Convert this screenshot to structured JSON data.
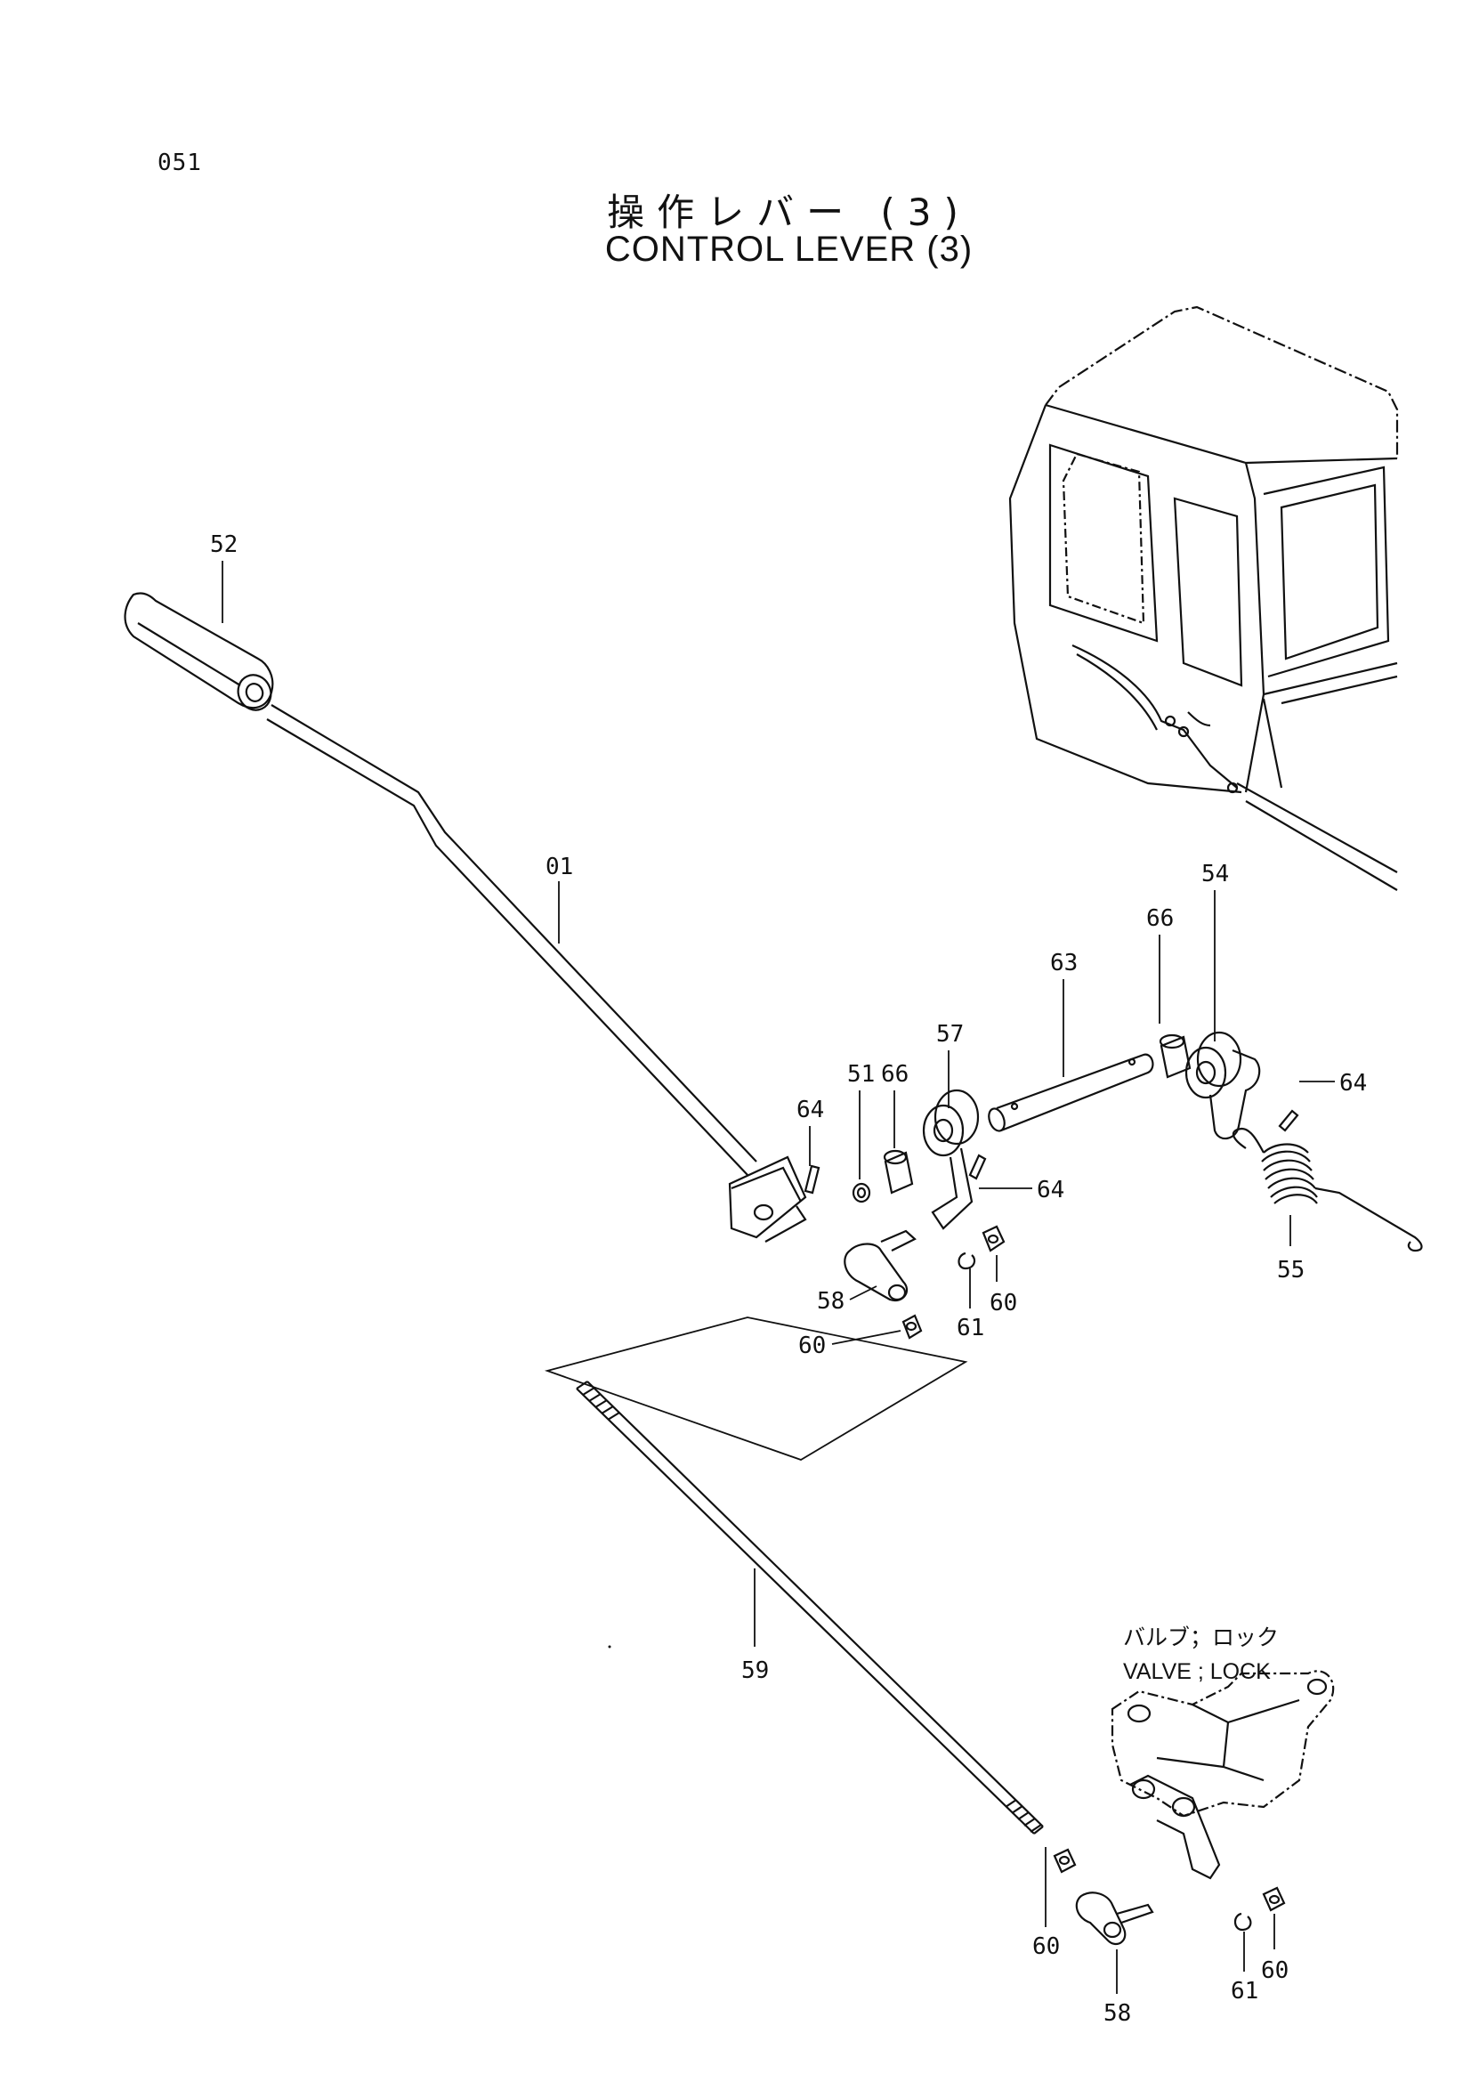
{
  "page_number": "051",
  "title_jp": "操作レバー (3)",
  "title_en": "CONTROL LEVER (3)",
  "sub_label_jp": "バルブ；ロック",
  "sub_label_en": "VALVE ; LOCK",
  "callouts": {
    "c01": "01",
    "c52": "52",
    "c54": "54",
    "c55": "55",
    "c57": "57",
    "c63": "63",
    "c66a": "66",
    "c66b": "66",
    "c51": "51",
    "c64a": "64",
    "c64b": "64",
    "c64c": "64",
    "c58a": "58",
    "c58b": "58",
    "c60a": "60",
    "c60b": "60",
    "c60c": "60",
    "c60d": "60",
    "c61a": "61",
    "c61b": "61",
    "c59": "59"
  }
}
